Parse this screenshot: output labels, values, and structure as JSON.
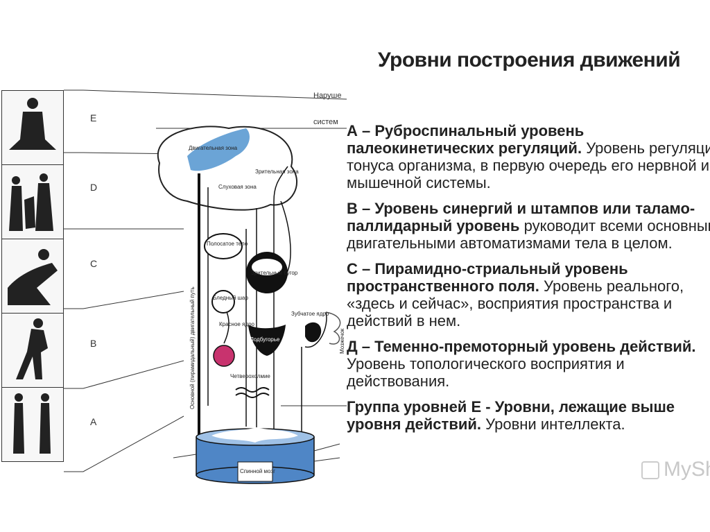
{
  "title": "Уровни построения движений",
  "levels": [
    "E",
    "D",
    "C",
    "B",
    "A"
  ],
  "side_labels": [
    "Наруше",
    "систем"
  ],
  "diagram_labels": {
    "motor_zone": "Двигательная зона",
    "visual_zone": "Зрительная зона",
    "auditory_zone": "Слуховая зона",
    "striatum": "Полосатое тело",
    "thalamus": "Зрительный бугор",
    "pallidum": "Бледный шар",
    "red_nucleus": "Красное ядро",
    "hypothalamus": "Подбугорье",
    "dentate_nucleus": "Зубчатое ядро",
    "quadrigemina": "Четверохолмие",
    "spinal_cord": "Спинной мозг",
    "pyramidal_path": "Основной (пирамидальный) двигательный путь",
    "cerebellum": "Мозжечок"
  },
  "paragraphs": [
    {
      "lines": [
        {
          "bold": "А – Руброспинальный уровень"
        },
        {
          "bold": "палеокинетических регуляций.",
          "normal": " Уровень регуляци"
        },
        {
          "normal": "тонуса организма, в первую очередь его нервной и"
        },
        {
          "normal": "мышечной системы."
        }
      ]
    },
    {
      "lines": [
        {
          "bold": "В – Уровень синергий и штампов или таламо-"
        },
        {
          "bold": "паллидарный уровень",
          "normal": " руководит всеми основным"
        },
        {
          "normal": "двигательными автоматизмами тела в целом."
        }
      ]
    },
    {
      "lines": [
        {
          "bold": "С – Пирамидно-стриальный уровень"
        },
        {
          "bold": "пространственного поля.",
          "normal": "  Уровень реального,"
        },
        {
          "normal": "«здесь и сейчас», восприятия пространства и"
        },
        {
          "normal": "действий в нем."
        }
      ]
    },
    {
      "lines": [
        {
          "bold": "Д – Теменно-премоторный уровень действий."
        },
        {
          "normal": "Уровень топологического восприятия и"
        },
        {
          "normal": "действования."
        }
      ]
    },
    {
      "lines": [
        {
          "bold": "Группа уровней Е - Уровни, лежащие выше"
        },
        {
          "bold": "уровня действий.",
          "normal": " Уровни интеллекта."
        }
      ]
    }
  ],
  "watermark": "MySha",
  "colors": {
    "accent_blue": "#3a86c8",
    "spinal_blue": "#4f86c6",
    "red_nucleus": "#c8336e",
    "text": "#222222"
  }
}
